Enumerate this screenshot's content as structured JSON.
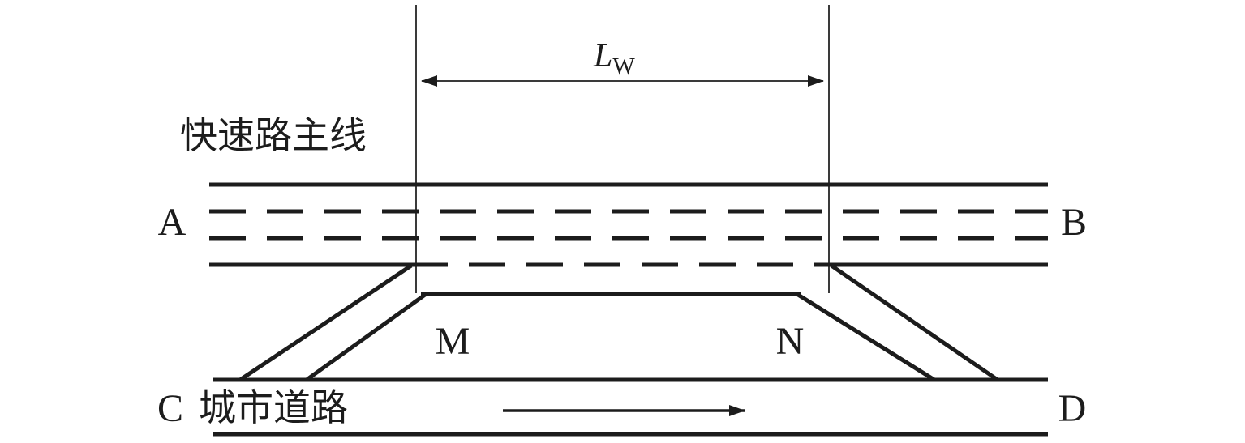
{
  "diagram": {
    "labels": {
      "expressway_mainline": "快速路主线",
      "city_road": "城市道路",
      "endpoint_a": "A",
      "endpoint_b": "B",
      "endpoint_c": "C",
      "endpoint_d": "D",
      "gore_m": "M",
      "gore_n": "N",
      "weaving_length_symbol": "L",
      "weaving_length_subscript": "W"
    },
    "colors": {
      "line": "#1c1c1c",
      "measure_line": "#3a3a3a",
      "background": "#ffffff"
    }
  }
}
